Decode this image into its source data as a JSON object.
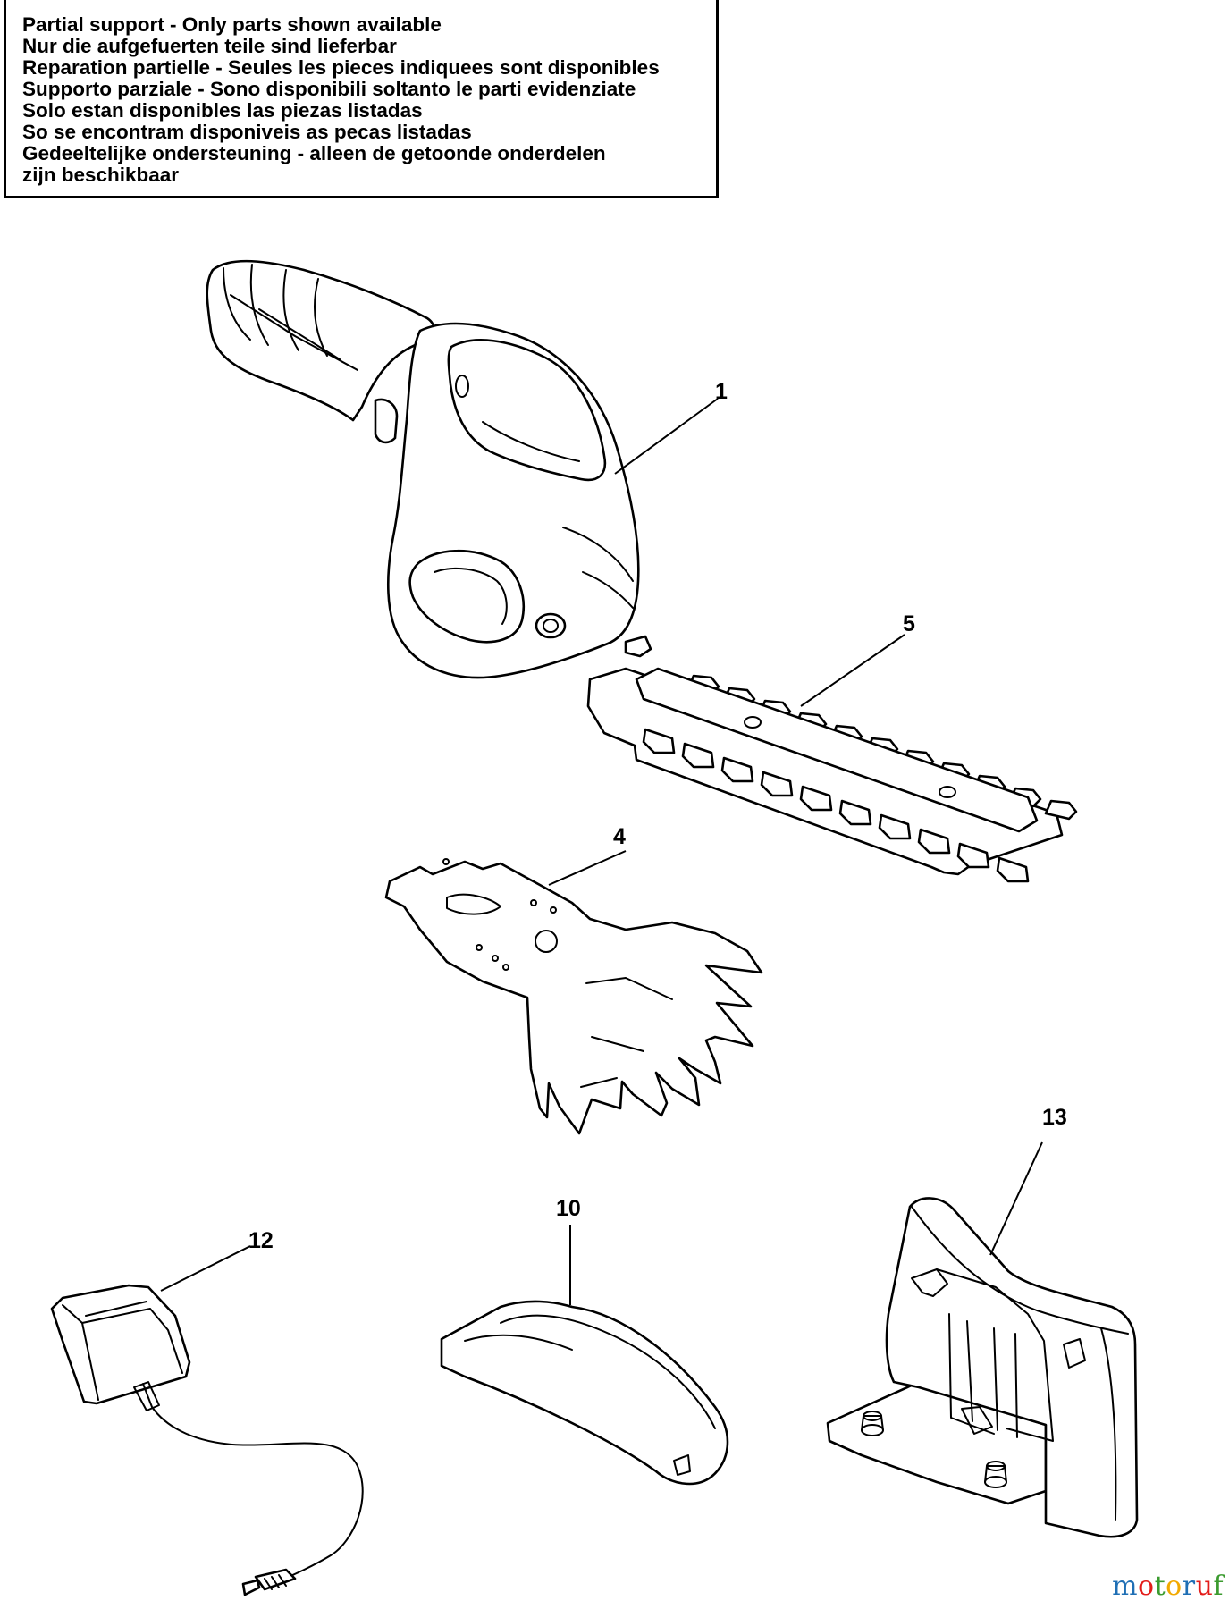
{
  "notice": {
    "lines": [
      "Partial support - Only parts shown available",
      "Nur die aufgefuerten teile sind lieferbar",
      "Reparation partielle - Seules les pieces indiquees sont disponibles",
      "Supporto parziale - Sono disponibili soltanto le parti evidenziate",
      "Solo estan disponibles las piezas listadas",
      "So se encontram disponiveis as pecas listadas",
      "Gedeeltelijke ondersteuning - alleen de getoonde onderdelen",
      "zijn beschikbaar"
    ]
  },
  "parts": [
    {
      "number": "1",
      "icon": "hedge-trimmer-body-icon"
    },
    {
      "number": "5",
      "icon": "hedge-trimmer-blade-icon"
    },
    {
      "number": "4",
      "icon": "grass-shear-blade-icon"
    },
    {
      "number": "13",
      "icon": "charging-stand-icon"
    },
    {
      "number": "10",
      "icon": "blade-cover-icon"
    },
    {
      "number": "12",
      "icon": "charger-adapter-icon"
    }
  ],
  "watermark": {
    "text": "motoruf",
    "letters": [
      "m",
      "o",
      "t",
      "o",
      "r",
      "u",
      "f"
    ],
    "colors": [
      "#1f6fb5",
      "#e31d1a",
      "#3b9b2f",
      "#f2a900",
      "#1f6fb5",
      "#e31d1a",
      "#3b9b2f"
    ]
  }
}
